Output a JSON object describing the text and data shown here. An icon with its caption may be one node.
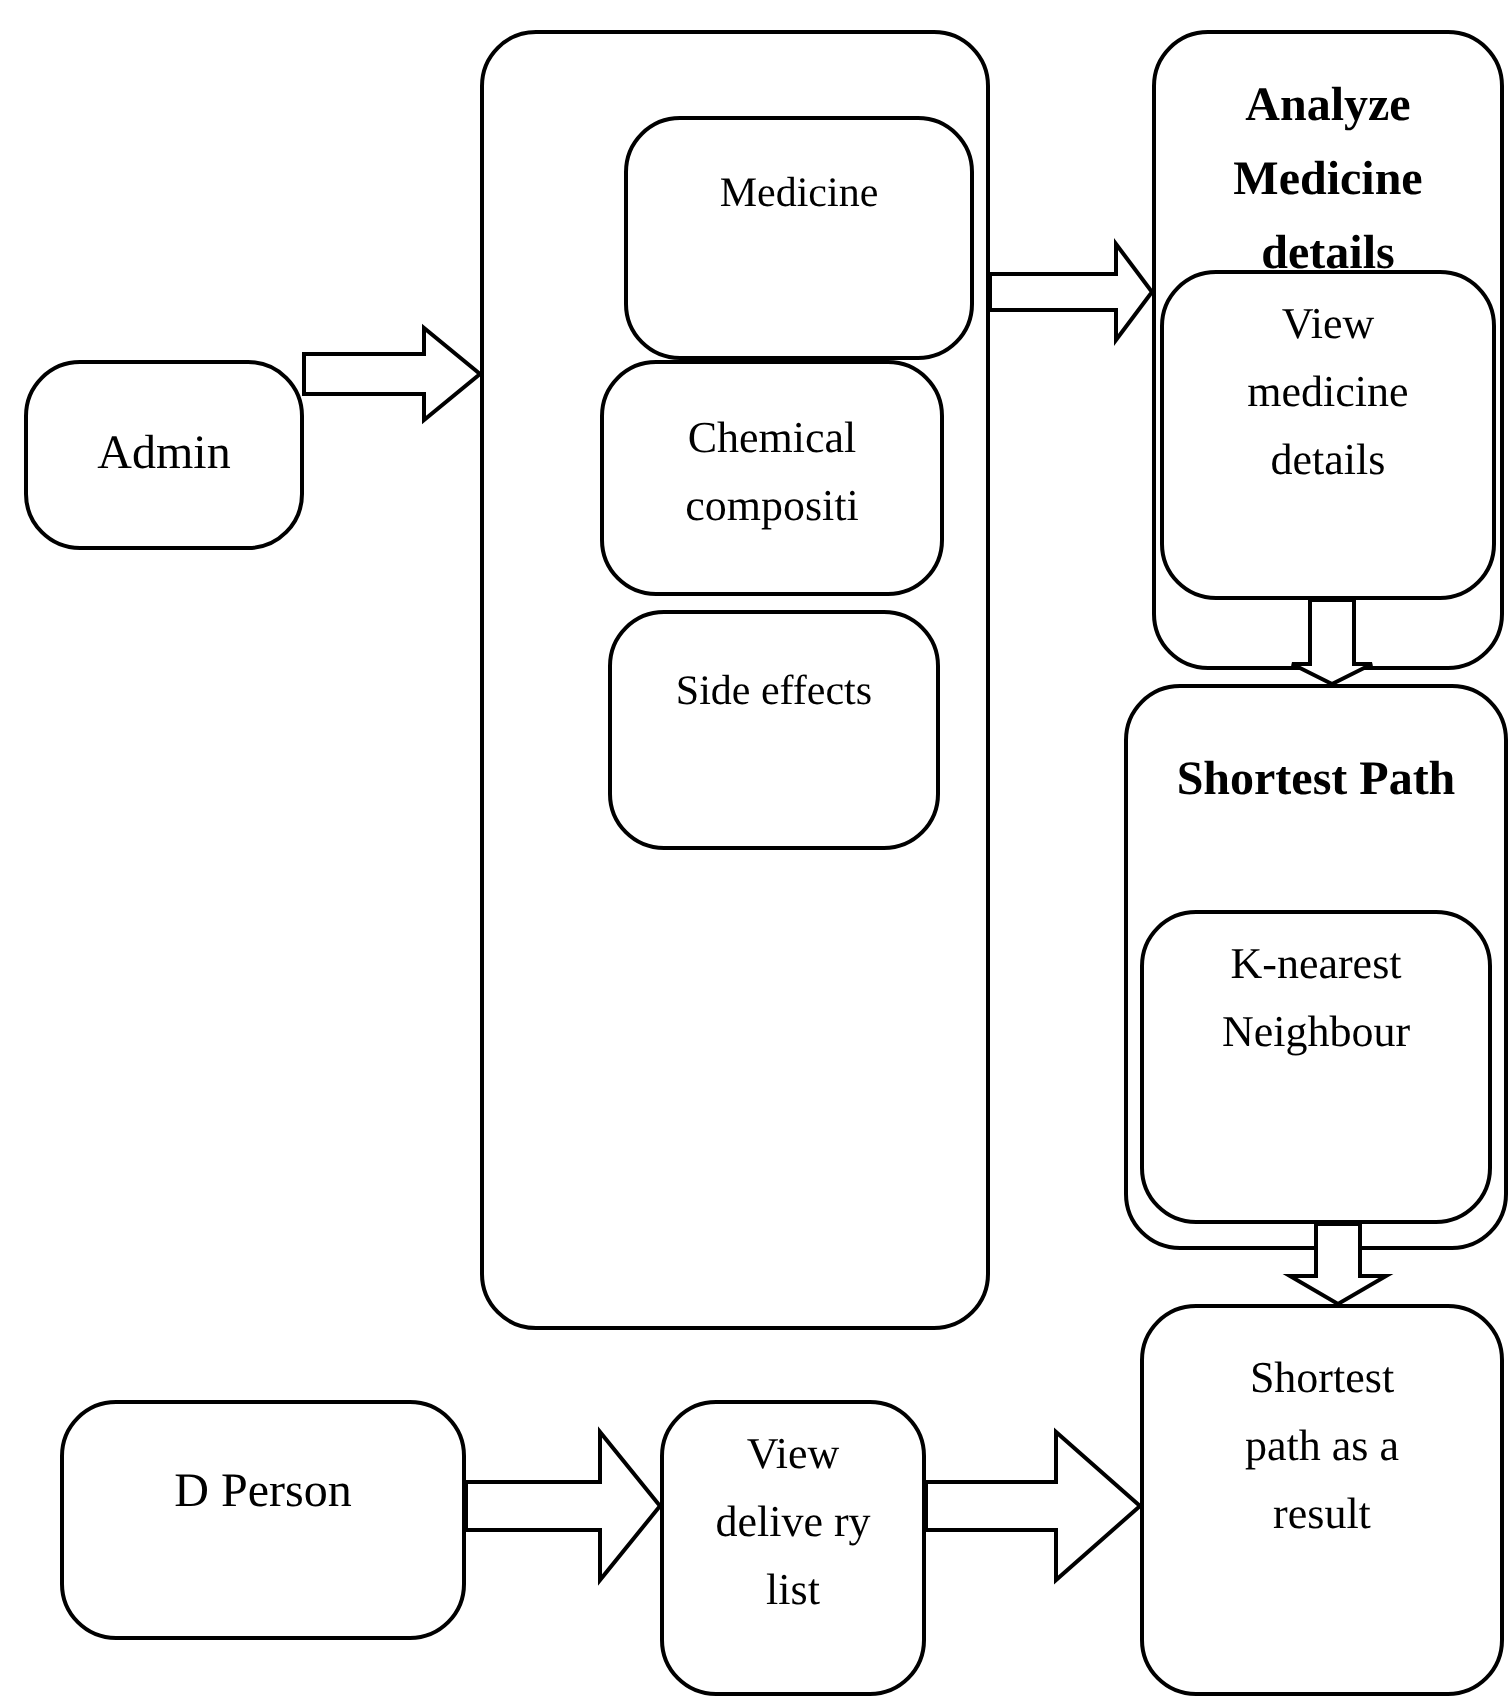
{
  "diagram": {
    "nodes": [
      {
        "text": [
          "Admin"
        ]
      },
      {
        "text": [],
        "shape": "box"
      },
      {
        "text": [
          "Medicine"
        ],
        "in": 1
      },
      {
        "text": [
          "Chemical compositi"
        ],
        "in": 1
      },
      {
        "text": [
          "Side effects"
        ],
        "in": 1
      },
      {
        "text": [
          "Analyze Medicine details"
        ]
      },
      {
        "text": [
          "View medicine details"
        ],
        "in": 5
      },
      {
        "text": [
          "Shortest Path"
        ]
      },
      {
        "text": [
          "K-nearest Neighbour"
        ],
        "in": 7
      },
      {
        "text": [
          "Shortest path as a result"
        ]
      },
      {
        "text": [
          "D Person"
        ]
      },
      {
        "text": [
          "View delive ry list"
        ]
      }
    ],
    "edges": [
      {
        "from": 0,
        "to": 1,
        "arrow": "to"
      },
      {
        "from": 1,
        "to": 5,
        "arrow": "to"
      },
      {
        "from": 6,
        "to": 7,
        "arrow": "to"
      },
      {
        "from": 8,
        "to": 9,
        "arrow": "to"
      },
      {
        "from": 10,
        "to": 11,
        "arrow": "to"
      },
      {
        "from": 11,
        "to": 9,
        "arrow": "to"
      }
    ]
  }
}
